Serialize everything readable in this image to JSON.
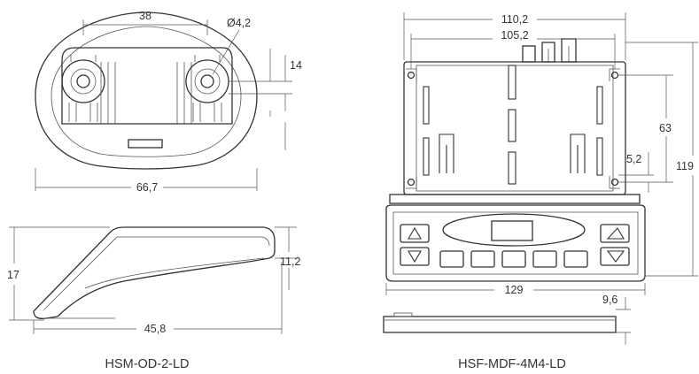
{
  "left_product": {
    "caption": "HSM-OD-2-LD",
    "dimensions": {
      "hole_spacing": "38",
      "hole_diameter": "Ø4,2",
      "hole_offset": "14",
      "width": "66,7",
      "height": "17",
      "thickness": "11,2",
      "depth": "45,8"
    }
  },
  "right_product": {
    "caption": "HSF-MDF-4M4-LD",
    "dimensions": {
      "outer_width": "110,2",
      "inner_width": "105,2",
      "hole_pitch": "63",
      "hole_offset": "5,2",
      "total_height": "119",
      "keypad_width": "129",
      "keypad_depth": "9,6"
    }
  }
}
